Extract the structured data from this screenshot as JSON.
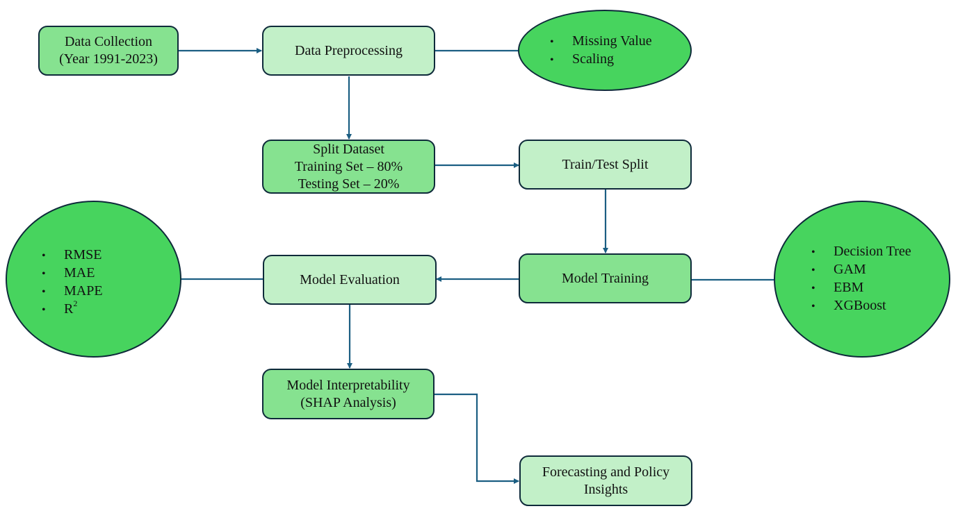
{
  "colors": {
    "node_dark_fill": "#86e290",
    "node_light_fill": "#c2f0c8",
    "ellipse_fill": "#47d45e",
    "border": "#0e2a3a",
    "connector": "#1b5e82"
  },
  "nodes": {
    "data_collection": {
      "lines": [
        "Data Collection",
        "(Year 1991-2023)"
      ]
    },
    "data_preprocessing": {
      "lines": [
        "Data Preprocessing"
      ]
    },
    "split_dataset": {
      "lines": [
        "Split Dataset",
        "Training Set – 80%",
        "Testing Set – 20%"
      ]
    },
    "train_test_split": {
      "lines": [
        "Train/Test Split"
      ]
    },
    "model_training": {
      "lines": [
        "Model Training"
      ]
    },
    "model_evaluation": {
      "lines": [
        "Model Evaluation"
      ]
    },
    "model_interpretability": {
      "lines": [
        "Model Interpretability",
        "(SHAP Analysis)"
      ]
    },
    "forecasting": {
      "lines": [
        "Forecasting and Policy",
        "Insights"
      ]
    }
  },
  "ellipses": {
    "preprocessing_steps": {
      "items": [
        "Missing Value",
        "Scaling"
      ]
    },
    "evaluation_metrics": {
      "items": [
        "RMSE",
        "MAE",
        "MAPE",
        "R"
      ],
      "r2_superscript": "2"
    },
    "models": {
      "items": [
        "Decision Tree",
        "GAM",
        "EBM",
        "XGBoost"
      ]
    }
  },
  "bullet_glyph": "•",
  "edges": [
    {
      "from": "data_collection",
      "to": "data_preprocessing",
      "arrow": true
    },
    {
      "from": "data_preprocessing",
      "to": "preprocessing_steps",
      "arrow": false
    },
    {
      "from": "data_preprocessing",
      "to": "split_dataset",
      "arrow": true
    },
    {
      "from": "split_dataset",
      "to": "train_test_split",
      "arrow": true
    },
    {
      "from": "train_test_split",
      "to": "model_training",
      "arrow": true
    },
    {
      "from": "model_training",
      "to": "models",
      "arrow": false
    },
    {
      "from": "model_training",
      "to": "model_evaluation",
      "arrow": true
    },
    {
      "from": "model_evaluation",
      "to": "evaluation_metrics",
      "arrow": false
    },
    {
      "from": "model_evaluation",
      "to": "model_interpretability",
      "arrow": true
    },
    {
      "from": "model_interpretability",
      "to": "forecasting",
      "arrow": true
    }
  ]
}
